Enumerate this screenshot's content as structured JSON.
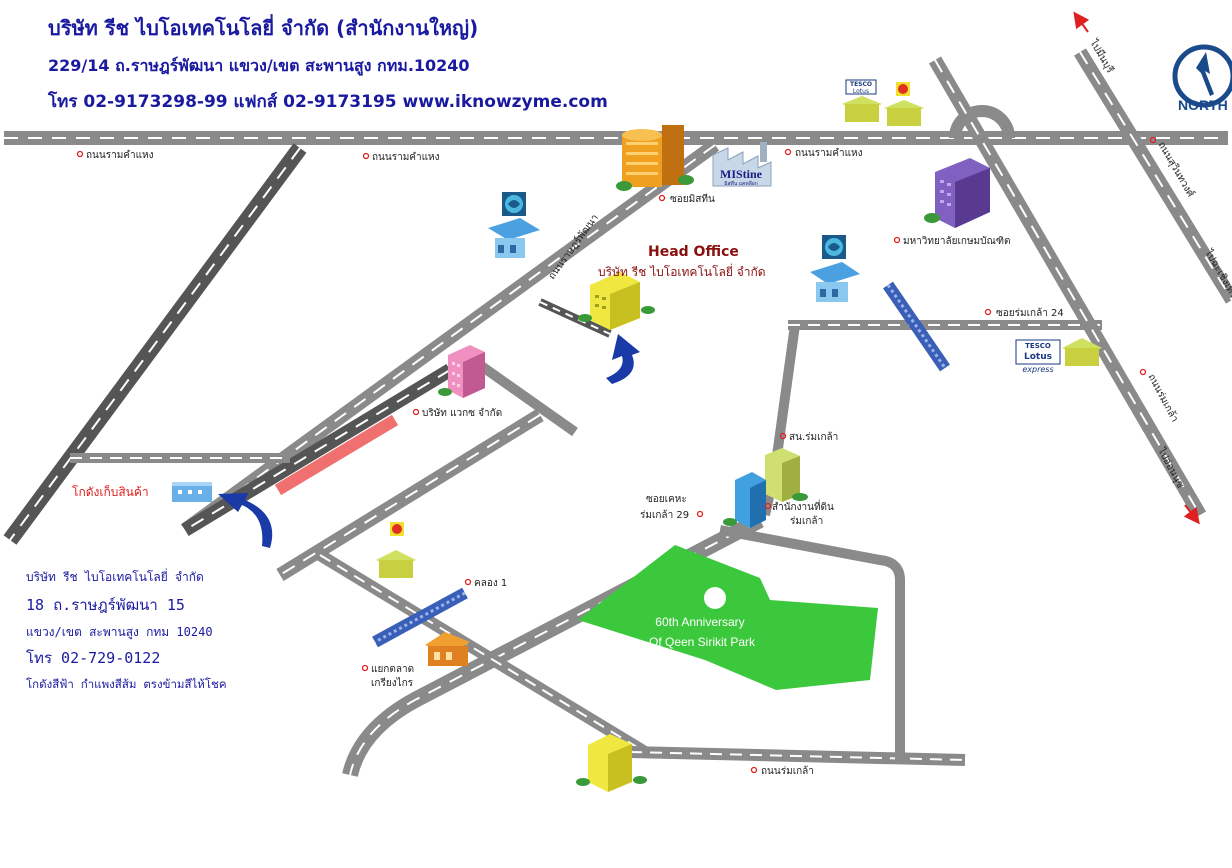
{
  "header": {
    "company": "บริษัท รีช ไบโอเทคโนโลยี่ จำกัด (สำนักงานใหญ่)",
    "address": "229/14 ถ.ราษฎร์พัฒนา แขวง/เขต สะพานสูง กทม.10240",
    "contact": "โทร 02-9173298-99 แฟกส์ 02-9173195 www.iknowzyme.com"
  },
  "compass": {
    "label": "NORTH"
  },
  "warehouse_address": {
    "line1": "บริษัท รีช ไบโอเทคโนโลยี่ จำกัด",
    "line2": "18 ถ.ราษฎร์พัฒนา 15",
    "line3": "แขวง/เขต สะพานสูง กทม 10240",
    "line4": "โทร 02-729-0122",
    "line5": "โกดังสีฟ้า กำแพงสีส้ม ตรงข้ามสีไห้โชค"
  },
  "labels": {
    "ramkhamhaeng_w": "ถนนรามคำแหง",
    "ramkhamhaeng_c": "ถนนรามคำแหง",
    "ramkhamhaeng_e": "ถนนรามคำแหง",
    "to_minburi": "ไปมีนบุรี",
    "sukhaphiban": "ถนนสุวินทวงศ์",
    "to_chachoengsao": "ไปฉะเชิงเทรา",
    "soi_mistine": "ซอยมิสทีน",
    "rat_phatthana": "ถนนราษฎร์พัฒนา",
    "kasem_bundit": "มหาวิทยาลัยเกษมบัณฑิต",
    "head_office_en": "Head Office",
    "head_office_th": "บริษัท รีช ไบโอเทคโนโลยี่ จำกัด",
    "soi_romklao24": "ซอยร่มเกล้า 24",
    "romklao_road_e": "ถนนร่มเกล้า",
    "to_lat_krabang": "ไปอ่อนนุช",
    "vax": "บริษัท แวกซ จำกัด",
    "warehouse": "โกดังเก็บสินค้า",
    "police_romklao": "สน.ร่มเกล้า",
    "district_office": "สำนักงานที่ดิน",
    "district_office2": "ร่มเกล้า",
    "soi_kheha1": "ซอยเคหะ",
    "soi_kheha2": "ร่มเกล้า 29",
    "khlong1": "คลอง 1",
    "park1": "60th Anniversary",
    "park2": "Of Qeen Sirikit Park",
    "intersection1": "แยกตลาด",
    "intersection2": "เกรียงไกร",
    "romklao_road_s": "ถนนร่มเกล้า"
  },
  "logos": {
    "mistine": "MIStine",
    "mistine_sub": "มิสทีน แคทลีอก",
    "tesco1": "TESCO",
    "lotus1": "Lotus",
    "tesco2": "TESCO",
    "lotus2": "Lotus",
    "express": "express"
  },
  "colors": {
    "road": "#8a8a8a",
    "road_dark": "#555555",
    "dash": "#ffffff",
    "park": "#3cc83c",
    "header_text": "#1a1aa0",
    "red_text": "#e02020",
    "dark_red_text": "#8a1010",
    "arrow_blue": "#1a3aa8",
    "pink_bar": "#f07070",
    "compass_blue": "#1a4a8a"
  }
}
